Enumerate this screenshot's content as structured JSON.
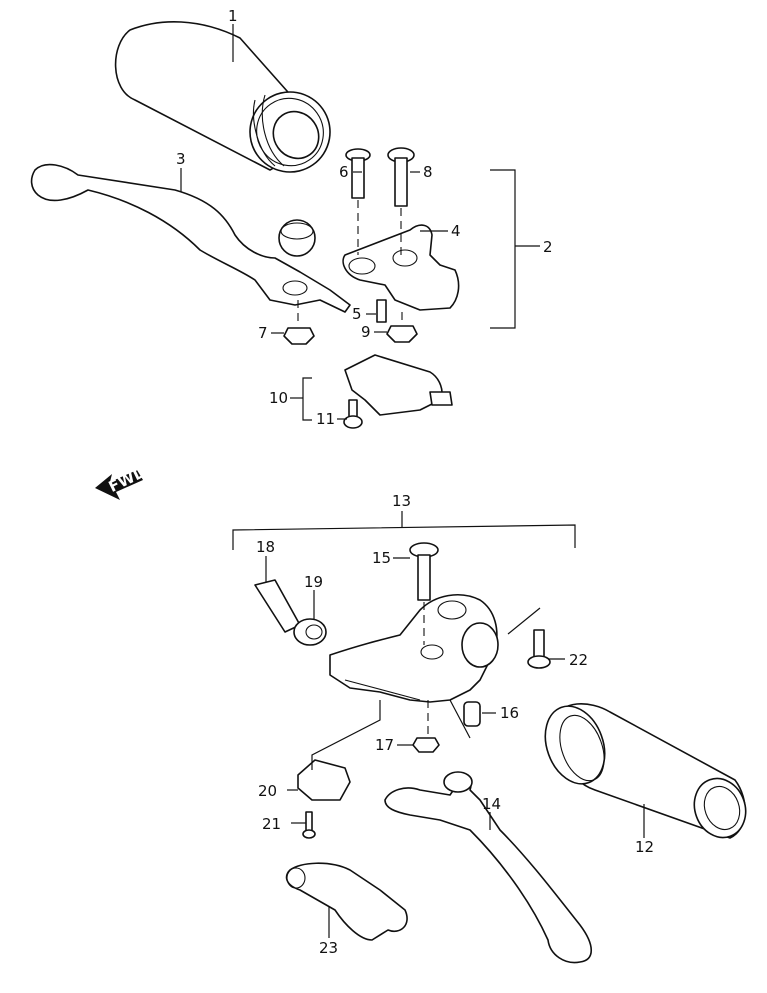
{
  "callouts": {
    "c1": "1",
    "c2": "2",
    "c3": "3",
    "c4": "4",
    "c5": "5",
    "c6": "6",
    "c7": "7",
    "c8": "8",
    "c9": "9",
    "c10": "10",
    "c11": "11",
    "c12": "12",
    "c13": "13",
    "c14": "14",
    "c15": "15",
    "c16": "16",
    "c17": "17",
    "c18": "18",
    "c19": "19",
    "c20": "20",
    "c21": "21",
    "c22": "22",
    "c23": "23"
  },
  "direction_badge": "FWD"
}
